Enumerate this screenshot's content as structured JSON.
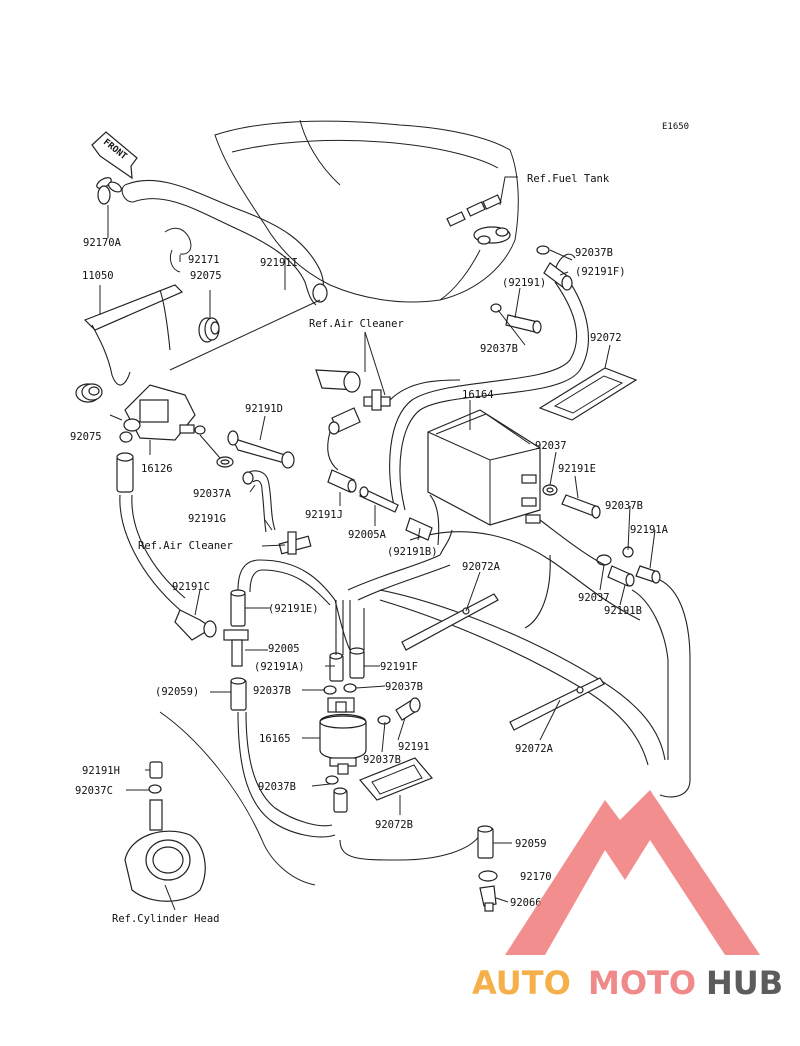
{
  "diagram_code": "E1650",
  "front_label": "FRONT",
  "watermark": {
    "auto": "AUTO",
    "moto": "MOTO",
    "hub": "HUB",
    "colors": {
      "auto": "#f6b04a",
      "moto": "#f08a8a",
      "hub": "#5c5c5c",
      "triangle": "#f07b7b"
    }
  },
  "labels": {
    "ref_fuel_tank": "Ref.Fuel Tank",
    "p92170A": "92170A",
    "p92171": "92171",
    "p11050": "11050",
    "p92075a": "92075",
    "p92191I": "92191I",
    "p92037B_1": "92037B",
    "p92191F_paren": "(92191F)",
    "p92191_paren": "(92191)",
    "ref_air_cleaner_1": "Ref.Air Cleaner",
    "p92037B_2": "92037B",
    "p92072_1": "92072",
    "p16164": "16164",
    "p92075b": "92075",
    "p92191D": "92191D",
    "p16126": "16126",
    "p92037": "92037",
    "p92191E": "92191E",
    "p92037A": "92037A",
    "p92037B_3": "92037B",
    "p92191G": "92191G",
    "p92191J": "92191J",
    "p92005A": "92005A",
    "p92191A": "92191A",
    "ref_air_cleaner_2": "Ref.Air Cleaner",
    "p92191B_paren": "(92191B)",
    "p92072A_1": "92072A",
    "p92037_2": "92037",
    "p92191B": "92191B",
    "p92191C": "92191C",
    "p92191E_paren": "(92191E)",
    "p92005": "92005",
    "p92191A_paren": "(92191A)",
    "p92191F": "92191F",
    "p92059_paren": "(92059)",
    "p92037B_4": "92037B",
    "p92037B_5": "92037B",
    "p16165": "16165",
    "p92037B_6": "92037B",
    "p92191": "92191",
    "p92072A_2": "92072A",
    "p92191H": "92191H",
    "p92037C": "92037C",
    "p92037B_7": "92037B",
    "p92072B": "92072B",
    "p92059": "92059",
    "p92170": "92170",
    "p92066": "92066",
    "ref_cylinder_head": "Ref.Cylinder Head"
  }
}
